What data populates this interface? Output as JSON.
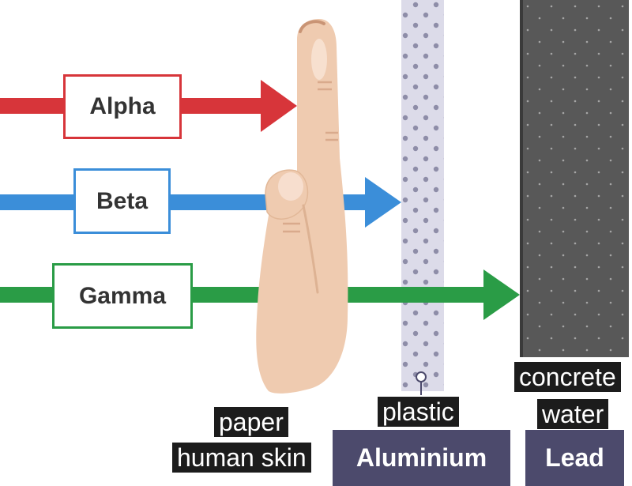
{
  "rays": [
    {
      "label": "Alpha",
      "color": "#d7353a"
    },
    {
      "label": "Beta",
      "color": "#3b8ed9"
    },
    {
      "label": "Gamma",
      "color": "#2a9c46"
    }
  ],
  "captions": {
    "paper": "paper",
    "human_skin": "human skin",
    "plastic": "plastic",
    "concrete": "concrete",
    "water": "water"
  },
  "materials": {
    "aluminium": "Aluminium",
    "lead": "Lead"
  },
  "colors": {
    "material_label_bg": "#4c4a6c",
    "aluminium_sheet": "#dcdbe9",
    "lead_block": "#585858",
    "skin": "#efcbb0"
  },
  "icons": [
    "hand-icon",
    "aluminium-sheet",
    "lead-block"
  ]
}
